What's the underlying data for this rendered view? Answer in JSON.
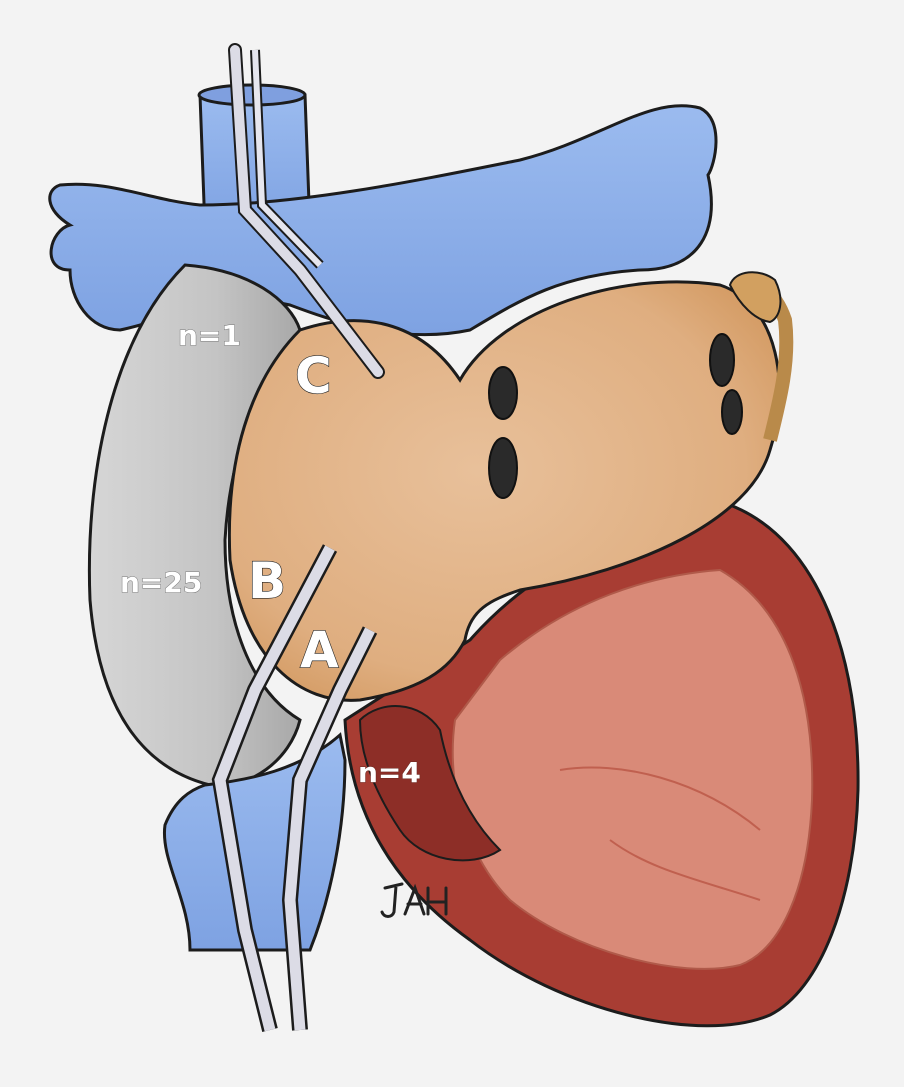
{
  "figure": {
    "labels": {
      "c": "C",
      "b": "B",
      "a": "A"
    },
    "counts": {
      "c": "n=1",
      "b": "n=25",
      "a": "n=4"
    },
    "signature": "JAH"
  },
  "colors": {
    "background": "#f3f3f3",
    "vena_cava": "#8fb0e8",
    "right_atrium_graft": "#c9c9c9",
    "left_atrium": "#e2b487",
    "atrium_rim": "#b98a4a",
    "ventricle": "#a83d33",
    "ventricle_inner": "#d98a78",
    "cannula": "#dcdce6"
  }
}
